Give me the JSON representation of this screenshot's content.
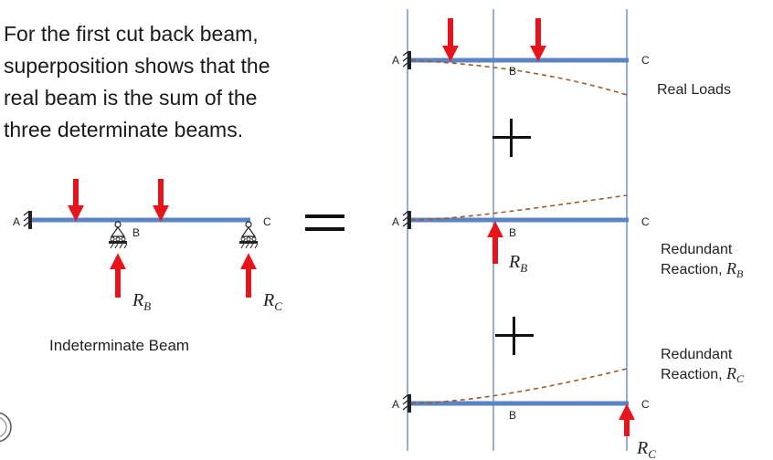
{
  "intro": {
    "lines": [
      "For the first cut back beam,",
      "superposition shows that the",
      "real beam is the sum of the",
      "three determinate beams."
    ]
  },
  "indeterminate": {
    "caption": "Indeterminate Beam",
    "points": {
      "a": "A",
      "b": "B",
      "c": "C"
    },
    "reactions": {
      "rb": {
        "base": "R",
        "sub": "B"
      },
      "rc": {
        "base": "R",
        "sub": "C"
      }
    }
  },
  "superposition": {
    "panels": [
      {
        "point_a": "A",
        "point_b": "B",
        "point_c": "C",
        "label": "Real Loads"
      },
      {
        "point_a": "A",
        "point_b": "B",
        "point_c": "C",
        "label_line1": "Redundant",
        "label_line2": "Reaction,",
        "label_base": "R",
        "label_sub": "B",
        "reaction_base": "R",
        "reaction_sub": "B"
      },
      {
        "point_a": "A",
        "point_b": "B",
        "point_c": "C",
        "label_line1": "Redundant",
        "label_line2": "Reaction,",
        "label_base": "R",
        "label_sub": "C",
        "reaction_base": "R",
        "reaction_sub": "C"
      }
    ]
  },
  "colors": {
    "beam": "#5b84c4",
    "load_arrow": "#e8141c",
    "deflection": "#9c5b28",
    "guide_line": "#5b84c4"
  }
}
